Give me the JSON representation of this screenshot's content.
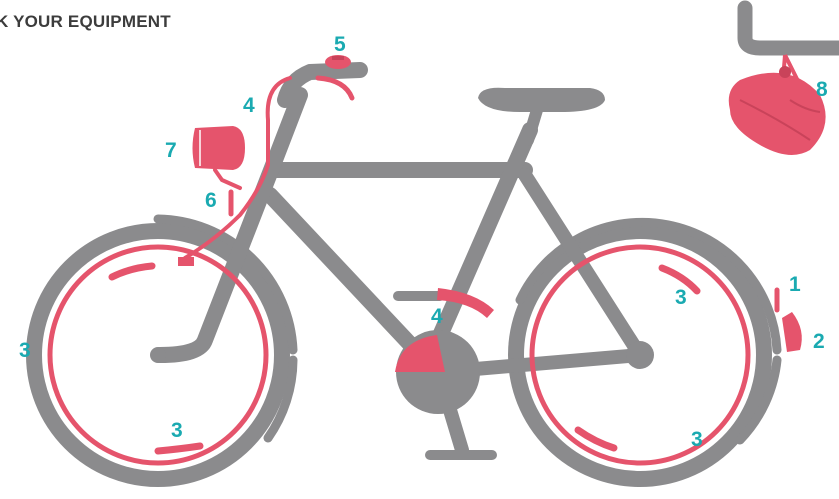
{
  "title": "K YOUR EQUIPMENT",
  "colors": {
    "frame": "#8b8b8d",
    "highlight": "#e5546c",
    "callout": "#1aaab1",
    "title": "#3c3c3c"
  },
  "callouts": {
    "rear_reflector": "1",
    "rear_light": "2",
    "spoke_reflector_front_left": "3",
    "spoke_reflector_front_bottom": "3",
    "spoke_reflector_rear_top": "3",
    "spoke_reflector_rear_bottom": "3",
    "handbrake": "4",
    "chain_guard": "4",
    "bell": "5",
    "front_reflector": "6",
    "headlight": "7",
    "helmet": "8"
  },
  "icons": [
    "bicycle-icon",
    "helmet-icon",
    "headlight-icon",
    "bell-icon"
  ]
}
